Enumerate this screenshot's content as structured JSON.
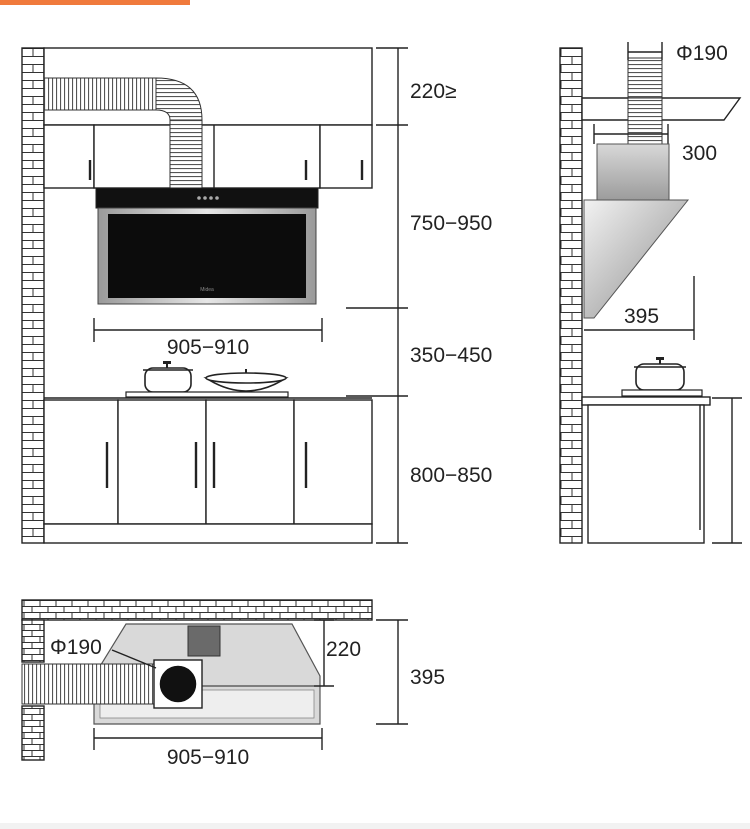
{
  "colors": {
    "accent": "#f07a3c",
    "line": "#222222",
    "brick": "#ffffff",
    "glass": "#0c0c0c",
    "steel": "#c9c9c9"
  },
  "front_view": {
    "dims": {
      "top_gap": "220≥",
      "hood_height": "750−950",
      "clearance": "350−450",
      "cabinet_height": "800−850",
      "hood_width": "905−910"
    },
    "brand_mark": "Midea"
  },
  "side_view": {
    "dims": {
      "duct_diameter": "Φ190",
      "duct_depth": "300",
      "hood_depth": "395"
    }
  },
  "top_view": {
    "dims": {
      "duct_diameter": "Φ190",
      "outlet_offset": "220",
      "hood_depth": "395",
      "hood_width": "905−910"
    }
  }
}
